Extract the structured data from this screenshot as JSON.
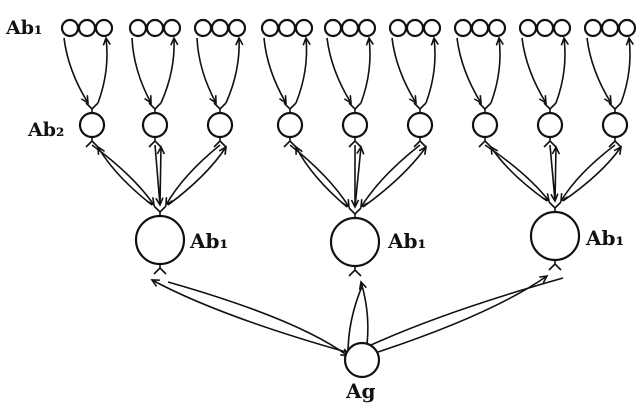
{
  "labels": {
    "top_ab1": "Ab₁",
    "ab2": "Ab₂",
    "ab1_left": "Ab₁",
    "ab1_center": "Ab₁",
    "ab1_right": "Ab₁",
    "antigen": "Ag"
  }
}
